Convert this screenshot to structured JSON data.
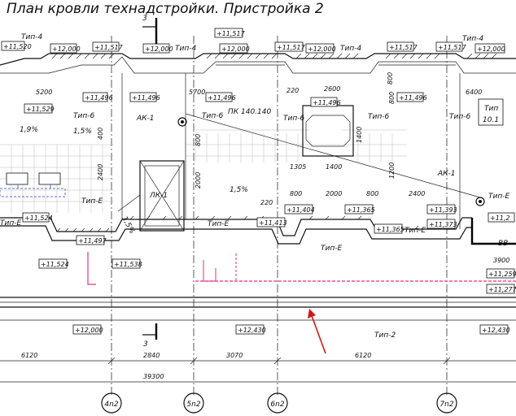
{
  "title": "План кровли технадстройки. Пристройка 2",
  "labels": {
    "tip4_a": "Тип-4",
    "tip4_b": "Тип-4",
    "tip4_c": "Тип-4",
    "tip4_d": "Тип-4",
    "tip6_a": "Тип-6",
    "tip6_b": "Тип-6",
    "tip6_c": "Тип-6",
    "tip6_d": "Тип-6",
    "tip6_e": "Тип-6",
    "tipE_a": "Тип-Е",
    "tipE_b": "Тип-Е",
    "tipE_c": "Тип-Е",
    "tipE_d": "Тип-Е",
    "tipE_e": "Тип-Е",
    "tipE_f": "Тип-Е",
    "tip2": "Тип-2",
    "tip_box": "Тип",
    "tip_box_num": "10.1",
    "ak1_a": "АК-1",
    "ak1_b": "АК-1",
    "lk1": "ЛК-1",
    "pk": "ПК 140.140",
    "vv": "ВВ",
    "slope_a": "1,9%",
    "slope_b": "1,5%",
    "slope_c": "1,5%",
    "slope_d": "1,5%",
    "section": "3",
    "section_b": "3"
  },
  "elevations": {
    "e1": "+11,520",
    "e2": "+12,000",
    "e3": "+11,517",
    "e4": "+12,000",
    "e5": "+11,517",
    "e6": "+12,000",
    "e7": "+11,517",
    "e8": "+11,517",
    "e9": "+11,529",
    "e10": "+11,496",
    "e11": "+11,496",
    "e12": "+11,496",
    "e13": "+11,496",
    "e14": "+11,524",
    "e15": "+11,497",
    "e16": "+11,524",
    "e17": "+11,538",
    "e18": "+11,413",
    "e19": "+11,404",
    "e20": "+11,365",
    "e21": "+11,365",
    "e22": "+11,373",
    "e23": "+11,2",
    "e24": "+11,259",
    "e25": "+11,277",
    "e26": "+12,000",
    "e27": "+12,430",
    "e28": "+12,430",
    "e29": "+11,393",
    "e30": "+11,496"
  },
  "dims": {
    "d5200": "5200",
    "d5700": "5700",
    "d2600": "2600",
    "d6400": "6400",
    "d220a": "220",
    "d800a": "800",
    "d800b": "800",
    "d800c": "800",
    "d400": "400",
    "d2400a": "2400",
    "d2000a": "2000",
    "d1305": "1305",
    "d1400a": "1400",
    "d1400b": "1400",
    "d1200": "1200",
    "d220b": "220",
    "d800d": "800",
    "d2000b": "2000",
    "d800e": "800",
    "d2400b": "2400",
    "d3900": "3900",
    "d6120a": "6120",
    "d2840": "2840",
    "d3070": "3070",
    "d6120b": "6120",
    "d39300": "39300"
  },
  "axes": [
    "4n2",
    "5n2",
    "6n2",
    "7n2"
  ],
  "colors": {
    "accent_pink": "#e8509a",
    "accent_blue": "#5a6fd8",
    "arrow_red": "#d01818"
  }
}
